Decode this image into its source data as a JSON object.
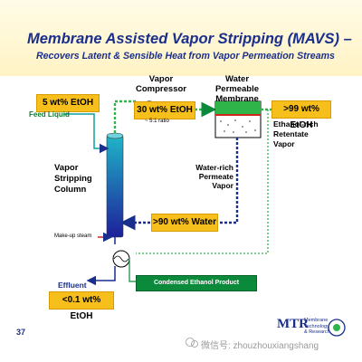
{
  "title": {
    "main": "Membrane Assisted Vapor Stripping (MAVS) –",
    "sub": "Recovers Latent & Sensible Heat from Vapor Permeation Streams"
  },
  "boxes": {
    "feed_conc": "5 wt% EtOH",
    "compressor_conc": "30 wt% EtOH",
    "retentate_conc": ">99 wt% EtOH",
    "water_conc": ">90 wt% Water",
    "effluent_conc": "<0.1 wt% EtOH"
  },
  "labels": {
    "feed_liquid": "Feed Liquid",
    "vapor_compressor": "Vapor\nCompressor",
    "ratio": "~ 5:1 ratio",
    "membrane": "Water Permeable\nMembrane",
    "retentate": "Ethanol-rich\nRetentate\nVapor",
    "permeate": "Water-rich\nPermeate\nVapor",
    "column": "Vapor\nStripping\nColumn",
    "makeup_steam": "Make-up steam",
    "effluent": "Effluent",
    "product": "Condensed Ethanol Product"
  },
  "footer": {
    "page": "37",
    "logo": "MTR",
    "logo_sub": "Membrane\nTechnology\n& Research",
    "watermark": "微信号: zhouzhouxiangshang"
  },
  "colors": {
    "title_blue": "#1a2f8c",
    "box_yellow": "#f6bf1b",
    "vapor_green": "#0a8a3a",
    "liquid_blue": "#1a2f8c"
  }
}
